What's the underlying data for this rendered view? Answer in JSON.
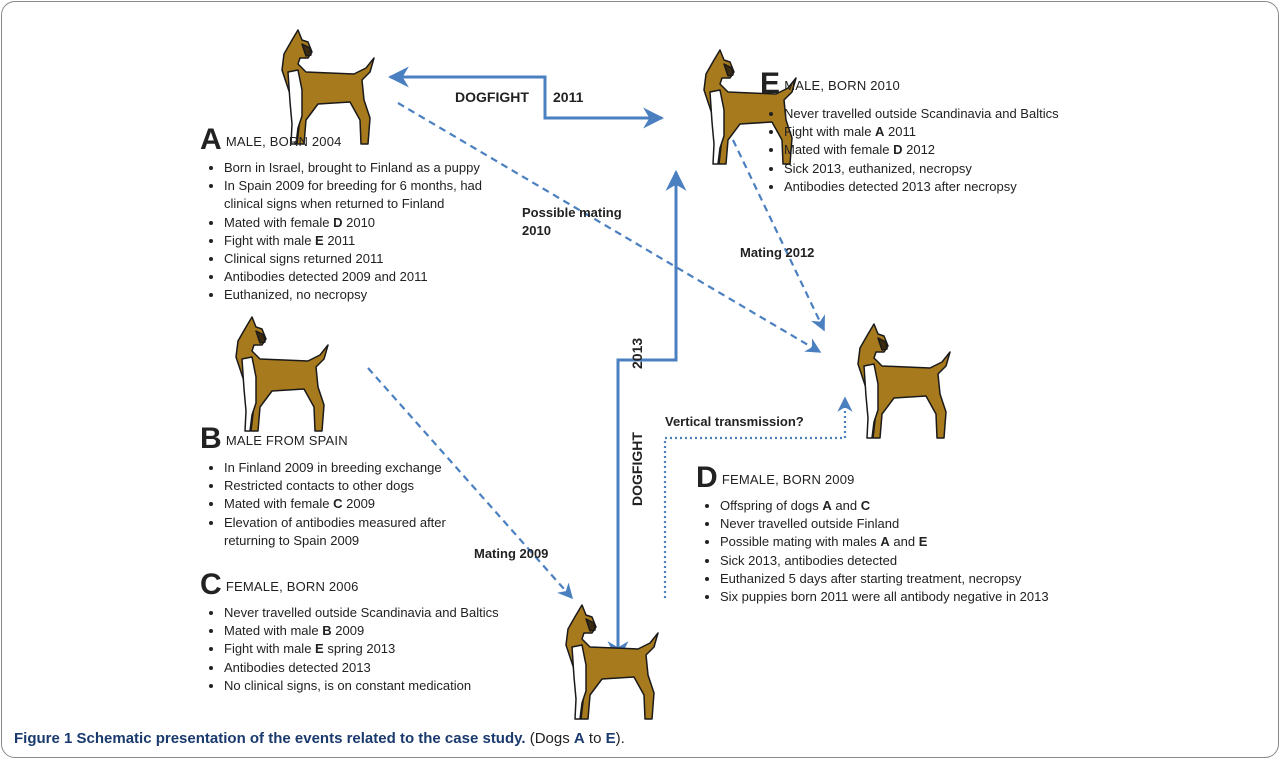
{
  "dogs": {
    "A": {
      "letter": "A",
      "title": "MALE, BORN 2004",
      "facts": [
        [
          "Born in Israel, brought to Finland as a puppy"
        ],
        [
          "In Spain 2009 for breeding for 6 months, had clinical signs when returned to Finland"
        ],
        [
          "Mated with female ",
          {
            "b": "D"
          },
          " 2010"
        ],
        [
          "Fight with male ",
          {
            "b": "E"
          },
          " 2011"
        ],
        [
          "Clinical signs returned 2011"
        ],
        [
          "Antibodies detected 2009 and 2011"
        ],
        [
          "Euthanized, no necropsy"
        ]
      ]
    },
    "B": {
      "letter": "B",
      "title": "MALE FROM SPAIN",
      "facts": [
        [
          "In Finland 2009 in breeding exchange"
        ],
        [
          "Restricted contacts to other dogs"
        ],
        [
          "Mated with female ",
          {
            "b": "C"
          },
          " 2009"
        ],
        [
          "Elevation of antibodies measured after returning to Spain 2009"
        ]
      ]
    },
    "C": {
      "letter": "C",
      "title": "FEMALE, BORN 2006",
      "facts": [
        [
          "Never travelled outside Scandinavia and Baltics"
        ],
        [
          "Mated with male ",
          {
            "b": "B"
          },
          " 2009"
        ],
        [
          "Fight with male ",
          {
            "b": "E"
          },
          " spring 2013"
        ],
        [
          "Antibodies detected 2013"
        ],
        [
          "No clinical signs, is on constant medication"
        ]
      ]
    },
    "D": {
      "letter": "D",
      "title": "FEMALE, BORN 2009",
      "facts": [
        [
          "Offspring of dogs ",
          {
            "b": "A"
          },
          " and ",
          {
            "b": "C"
          }
        ],
        [
          "Never travelled outside Finland"
        ],
        [
          "Possible mating with males ",
          {
            "b": "A"
          },
          " and ",
          {
            "b": "E"
          }
        ],
        [
          "Sick 2013, antibodies detected"
        ],
        [
          "Euthanized 5 days after starting treatment, necropsy"
        ],
        [
          "Six puppies born 2011 were all antibody negative in 2013"
        ]
      ]
    },
    "E": {
      "letter": "E",
      "title": "MALE, BORN 2010",
      "facts": [
        [
          "Never travelled outside Scandinavia and Baltics"
        ],
        [
          "Fight with male ",
          {
            "b": "A"
          },
          " 2011"
        ],
        [
          "Mated with female ",
          {
            "b": "D"
          },
          " 2012"
        ],
        [
          "Sick 2013, euthanized, necropsy"
        ],
        [
          "Antibodies detected 2013 after necropsy"
        ]
      ]
    }
  },
  "edges": {
    "dogfight_2011_a": "DOGFIGHT",
    "dogfight_2011_b": "2011",
    "possible_mating_1": "Possible   mating",
    "possible_mating_2": "2010",
    "mating_2012": "Mating   2012",
    "dogfight_2013_a": "DOGFIGHT",
    "dogfight_2013_b": "2013",
    "vertical": "Vertical transmission?",
    "mating_2009": "Mating   2009"
  },
  "caption": {
    "title": "Figure 1 Schematic presentation of the events related to the case study.",
    "pre": " (Dogs ",
    "from": "A",
    "mid": " to ",
    "to": "E",
    "post": ")."
  },
  "colors": {
    "arrow": "#4a7fc0",
    "dog_body": "#a87a1e",
    "dog_outline": "#1a1a1a",
    "chest": "#ffffff"
  }
}
